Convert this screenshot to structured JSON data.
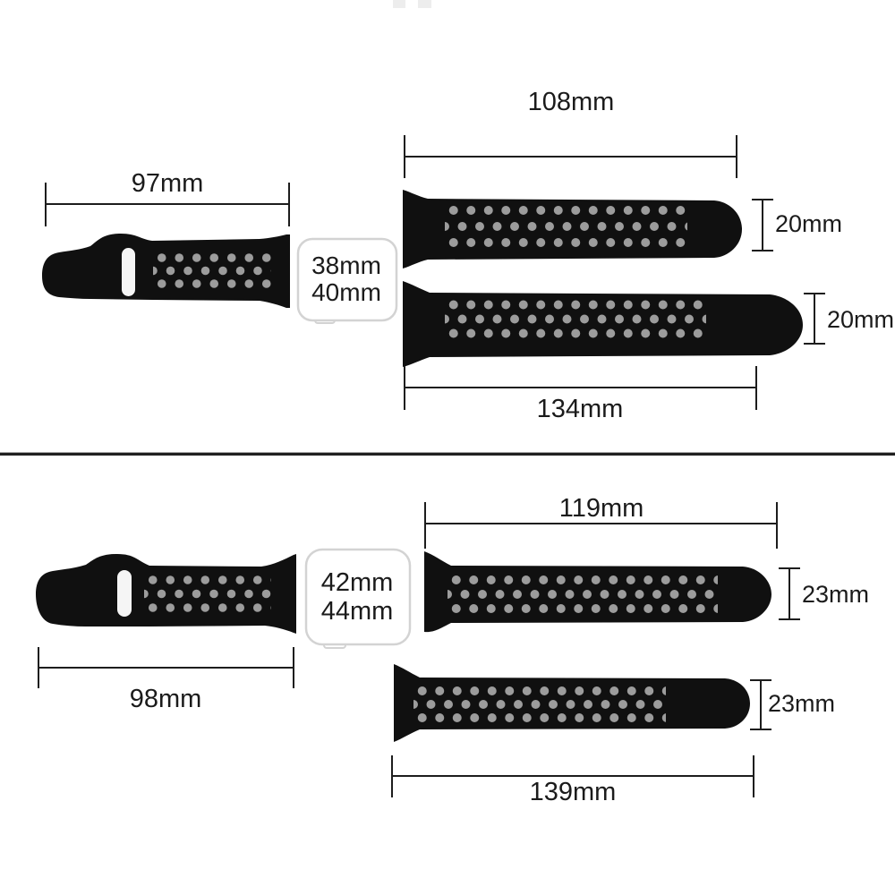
{
  "colors": {
    "band": "#101010",
    "perforation": "#9c9c9c",
    "pin_slot": "#f5f5f5",
    "case_outline": "#d3d3d3",
    "dimension_line": "#1d1d1d",
    "label_text": "#1b1b1b",
    "divider": "#1f1f1f",
    "background": "#ffffff"
  },
  "sections": [
    {
      "case": {
        "size_top": "38mm",
        "size_bottom": "40mm"
      },
      "buckle_band": {
        "length": "97mm"
      },
      "short_band": {
        "length": "108mm",
        "width": "20mm"
      },
      "long_band": {
        "length": "134mm",
        "width": "20mm"
      }
    },
    {
      "case": {
        "size_top": "42mm",
        "size_bottom": "44mm"
      },
      "buckle_band": {
        "length": "98mm"
      },
      "short_band": {
        "length": "119mm",
        "width": "23mm"
      },
      "long_band": {
        "length": "139mm",
        "width": "23mm"
      }
    }
  ]
}
